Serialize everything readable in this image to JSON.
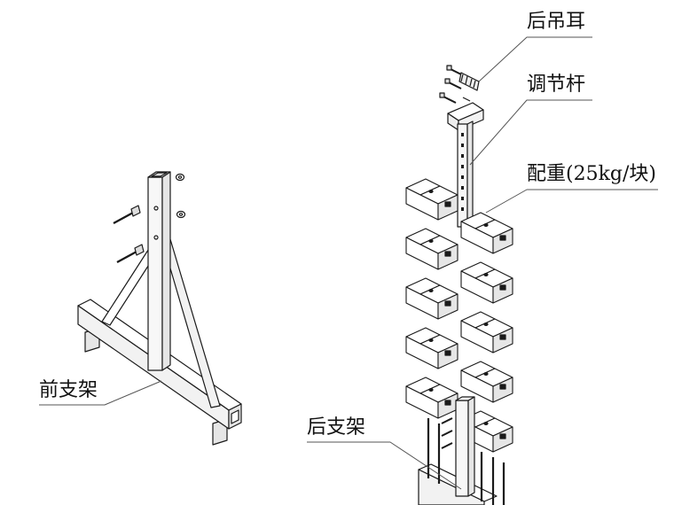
{
  "labels": {
    "front_stand": "前支架",
    "rear_stand": "后支架",
    "rear_lifting_ear": "后吊耳",
    "adjusting_rod": "调节杆",
    "counterweight": "配重(25kg/块)"
  },
  "counterweight": {
    "stacks": 2,
    "blocks_per_stack": 5
  },
  "colors": {
    "line": "#1a1a1a",
    "fill": "#ffffff",
    "shade": "#e6e6e6",
    "leader": "#555555"
  }
}
